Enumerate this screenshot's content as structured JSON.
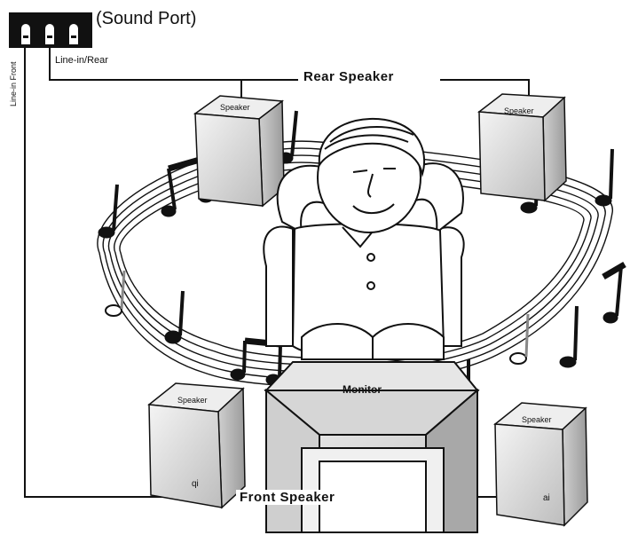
{
  "port": {
    "title": "(Sound Port)",
    "line_label": "Line-in/Rear",
    "vertical_label": "Line-in Front"
  },
  "groups": {
    "rear": "Rear Speaker",
    "front": "Front Speaker"
  },
  "speakers": {
    "rear_left": "Speaker",
    "rear_right": "Speaker",
    "front_left": "Speaker",
    "front_right": "Speaker"
  },
  "monitor": {
    "label": "Monitor"
  },
  "channel_marks": {
    "left": "qi",
    "right": "ai"
  },
  "colors": {
    "ink": "#111111",
    "box_shade": "#d8d8d8",
    "box_light": "#f2f2f2"
  }
}
